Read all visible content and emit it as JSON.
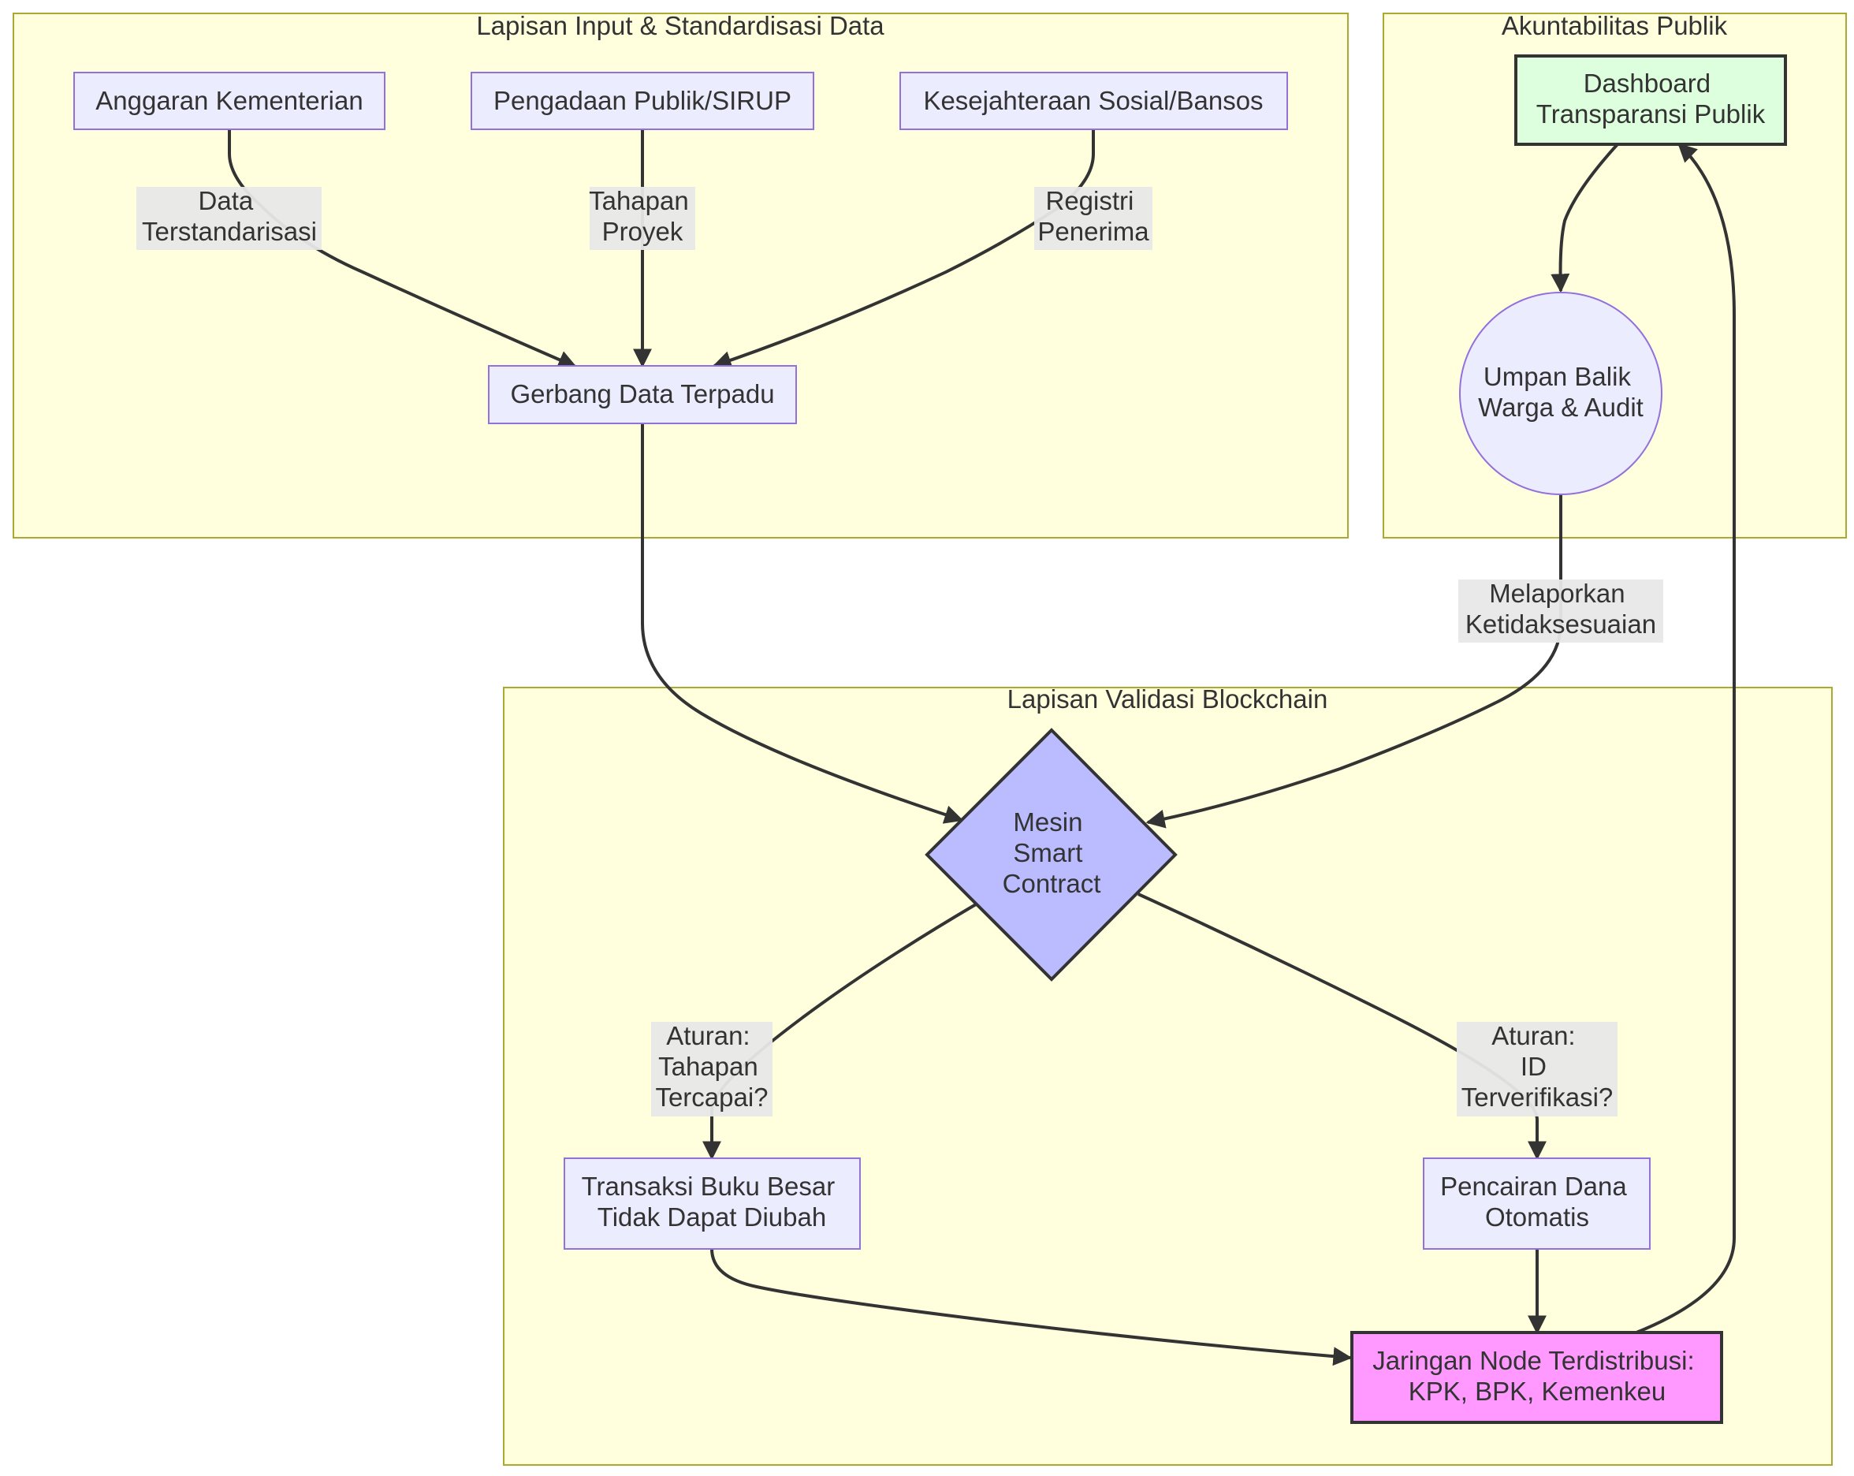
{
  "colors": {
    "cluster_fill": "#ffffde",
    "cluster_stroke": "#aaaa33",
    "node_fill": "#ececff",
    "node_stroke": "#9370db",
    "dashboard_fill": "#ddffdd",
    "contract_fill": "#bbbbff",
    "network_fill": "#ff99ff",
    "edge": "#333333",
    "edge_label_bg": "#e8e8e8"
  },
  "clusters": {
    "input": "Lapisan Input & Standardisasi Data",
    "accountability": "Akuntabilitas Publik",
    "validation": "Lapisan Validasi Blockchain"
  },
  "nodes": {
    "anggaran": [
      "Anggaran Kementerian"
    ],
    "pengadaan": [
      "Pengadaan Publik/SIRUP"
    ],
    "kesejahteraan": [
      "Kesejahteraan Sosial/Bansos"
    ],
    "gerbang": [
      "Gerbang Data Terpadu"
    ],
    "dashboard": [
      "Dashboard",
      "Transparansi Publik"
    ],
    "umpan": [
      "Umpan Balik",
      "Warga & Audit"
    ],
    "mesin": [
      "Mesin",
      "Smart",
      "Contract"
    ],
    "transaksi": [
      "Transaksi Buku Besar",
      "Tidak Dapat Diubah"
    ],
    "pencairan": [
      "Pencairan Dana",
      "Otomatis"
    ],
    "jaringan": [
      "Jaringan Node Terdistribusi:",
      "KPK, BPK, Kemenkeu"
    ]
  },
  "edge_labels": {
    "data_standar": [
      "Data",
      "Terstandarisasi"
    ],
    "tahapan_proyek": [
      "Tahapan",
      "Proyek"
    ],
    "registri": [
      "Registri",
      "Penerima"
    ],
    "melaporkan": [
      "Melaporkan",
      "Ketidaksesuaian"
    ],
    "aturan_tahapan": [
      "Aturan:",
      "Tahapan",
      "Tercapai?"
    ],
    "aturan_id": [
      "Aturan:",
      "ID",
      "Terverifikasi?"
    ]
  }
}
